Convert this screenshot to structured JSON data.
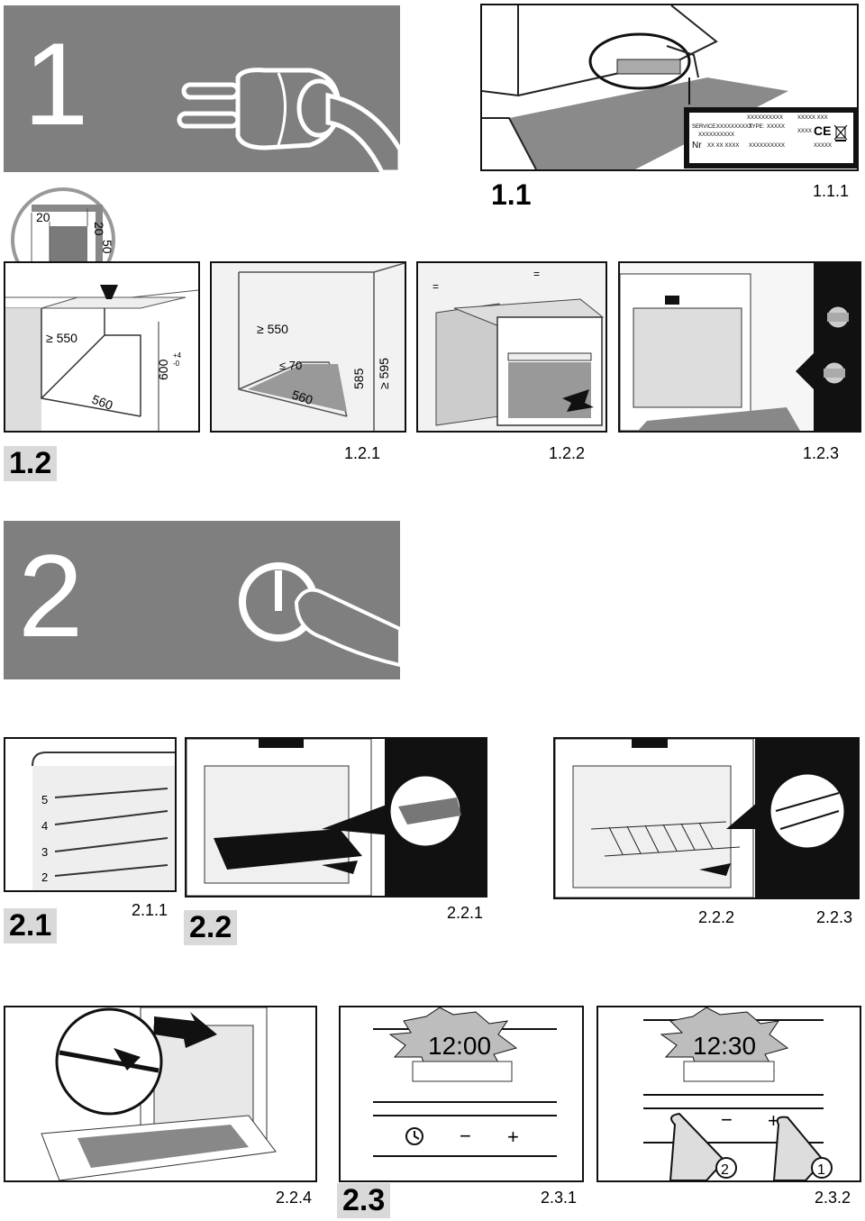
{
  "section1": {
    "number": "1",
    "sub_1_1": "1.1",
    "fig_1_1_1": "1.1.1",
    "rating_plate": {
      "service_label": "SERVICE:",
      "service_value": "XXXXXXXXXX",
      "code_line": "XXXXXXXXXX",
      "type_label": "TYPE:",
      "type_value": "XXXXX",
      "top_mid": "XXXXXXXXXX",
      "top_right": "XXXXX XXX",
      "mid_right": "XXXX",
      "nr_label": "Nr",
      "nr_value": "XX XX XXXX",
      "bottom_mid": "XXXXXXXXXX",
      "bottom_right": "XXXXX",
      "ce_mark": "CE"
    },
    "sub_1_2": "1.2",
    "fig_1_2_1": "1.2.1",
    "fig_1_2_2": "1.2.2",
    "fig_1_2_3": "1.2.3",
    "dims_corner": {
      "a": "20",
      "b": "20",
      "c": "50",
      "d": "50"
    },
    "dims_a": {
      "width": "≥ 550",
      "depth": "560",
      "height": "600",
      "tol_plus": "+4",
      "tol_minus": "-0"
    },
    "dims_b": {
      "width": "≥ 550",
      "gap": "≤ 70",
      "depth": "560",
      "h1": "585",
      "h2": "≥ 595"
    },
    "equal_marks": [
      "=",
      "="
    ]
  },
  "section2": {
    "number": "2",
    "sub_2_1": "2.1",
    "fig_2_1_1": "2.1.1",
    "shelf_levels": [
      "5",
      "4",
      "3",
      "2"
    ],
    "sub_2_2": "2.2",
    "fig_2_2_1": "2.2.1",
    "fig_2_2_2": "2.2.2",
    "fig_2_2_3": "2.2.3",
    "fig_2_2_4": "2.2.4",
    "sub_2_3": "2.3",
    "fig_2_3_1": "2.3.1",
    "fig_2_3_2": "2.3.2",
    "display_1": "12:00",
    "display_2": "12:30",
    "control_minus": "−",
    "control_plus": "+",
    "step_1": "1",
    "step_2": "2"
  }
}
